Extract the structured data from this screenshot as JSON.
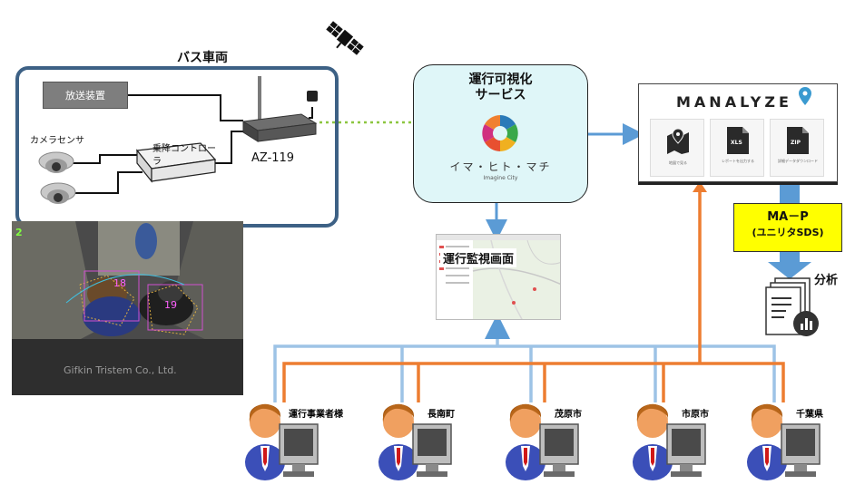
{
  "bus": {
    "title": "バス車両",
    "broadcast_label": "放送装置",
    "camera_label": "カメラセンサ",
    "rider_label": "乗降コントローラ",
    "device_label": "AZ-119"
  },
  "camera_view": {
    "channel": "2",
    "person_ids": [
      "18",
      "19"
    ],
    "watermark": "Gifkin Tristem Co., Ltd."
  },
  "service": {
    "title_line1": "運行可視化",
    "title_line2": "サービス",
    "logo_text": "イマ・ヒト・マチ",
    "logo_sub": "Imagine City"
  },
  "monitor": {
    "title": "運行監視画面"
  },
  "manalyze": {
    "title": "MANALYZE",
    "cards": [
      "地図で見る",
      "レポートを出力する",
      "詳細データダウンロード"
    ],
    "card_icons": [
      "",
      "XLS",
      "ZIP"
    ]
  },
  "map": {
    "line1": "MA－P",
    "line2": "(ユニリタSDS)"
  },
  "analysis_label": "分析",
  "users": [
    "運行事業者様",
    "長南町",
    "茂原市",
    "市原市",
    "千葉県"
  ],
  "colors": {
    "frame": "#3d6185",
    "blue_line": "#8ab9dd",
    "orange_line": "#ed7d31",
    "gps_line": "#8cc63f",
    "map_box": "#ffff00"
  }
}
